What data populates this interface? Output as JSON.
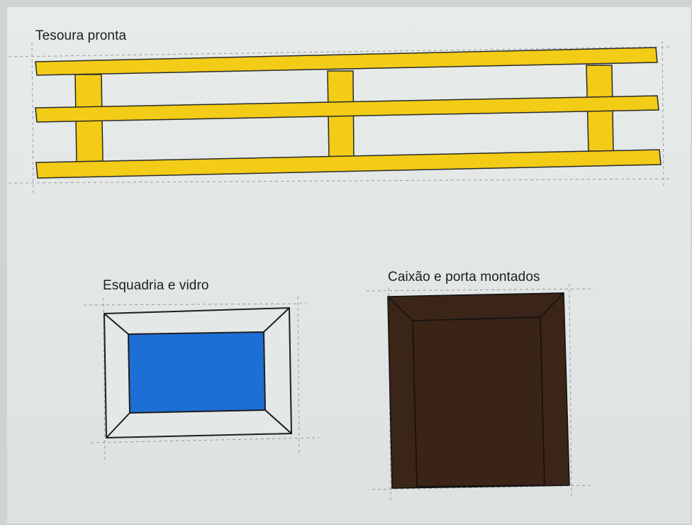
{
  "labels": {
    "truss": "Tesoura pronta",
    "window": "Esquadria e vidro",
    "door": "Caixão e porta montados"
  },
  "colors": {
    "truss_wood": "#f2cc16",
    "glass": "#1d6fd6",
    "door_wood": "#3b2518",
    "outline": "#2a2a2a",
    "dashed_guides": "#9a9a9a"
  }
}
